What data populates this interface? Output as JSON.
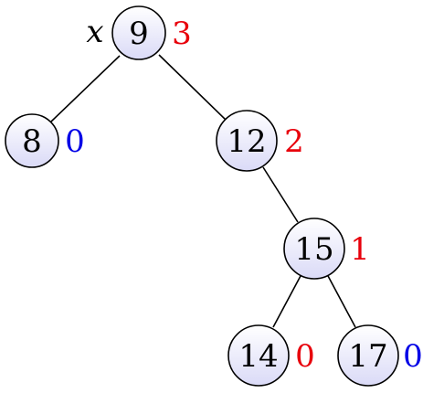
{
  "tree": {
    "root_label": "x",
    "colors": {
      "node_fill_top": "#ffffff",
      "node_fill_bottom": "#dadaf7",
      "red": "#e8000b",
      "blue": "#0000e6"
    },
    "nodes": [
      {
        "id": "n9",
        "key": "9",
        "height": "3",
        "height_color": "red"
      },
      {
        "id": "n8",
        "key": "8",
        "height": "0",
        "height_color": "blue"
      },
      {
        "id": "n12",
        "key": "12",
        "height": "2",
        "height_color": "red"
      },
      {
        "id": "n15",
        "key": "15",
        "height": "1",
        "height_color": "red"
      },
      {
        "id": "n14",
        "key": "14",
        "height": "0",
        "height_color": "red"
      },
      {
        "id": "n17",
        "key": "17",
        "height": "0",
        "height_color": "blue"
      }
    ],
    "edges": [
      {
        "from": "n9",
        "to": "n8"
      },
      {
        "from": "n9",
        "to": "n12"
      },
      {
        "from": "n12",
        "to": "n15"
      },
      {
        "from": "n15",
        "to": "n14"
      },
      {
        "from": "n15",
        "to": "n17"
      }
    ]
  }
}
